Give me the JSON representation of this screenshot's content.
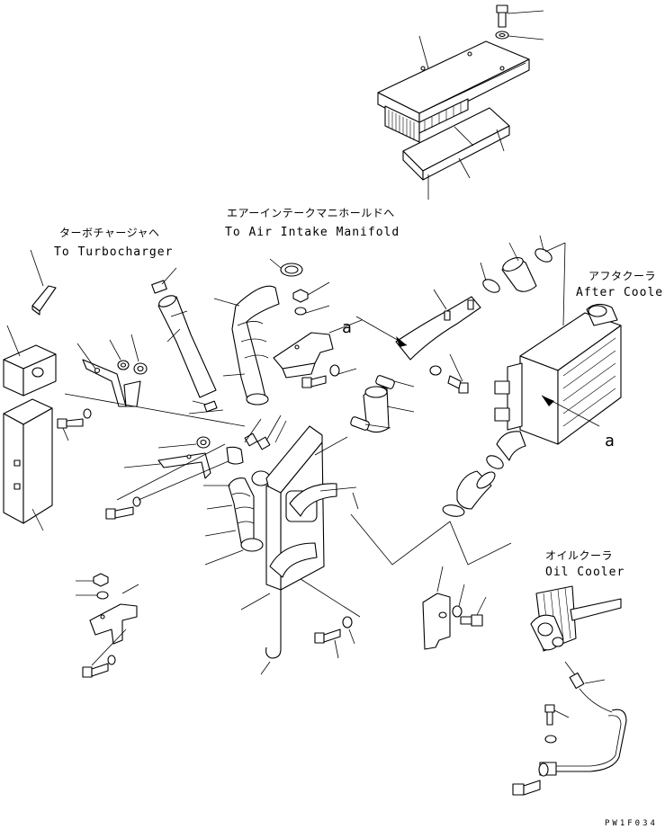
{
  "labels": {
    "turbo_jp": "ターボチャージャヘ",
    "turbo_en": "To Turbocharger",
    "intake_jp": "エアーインテークマニホールドへ",
    "intake_en": "To Air Intake Manifold",
    "after_jp": "アフタクーラ",
    "after_en": "After Cooler",
    "oil_jp": "オイルクーラ",
    "oil_en": "Oil Cooler",
    "ref_a1": "a",
    "ref_a2": "a"
  },
  "drawing_code": "PW1F034"
}
